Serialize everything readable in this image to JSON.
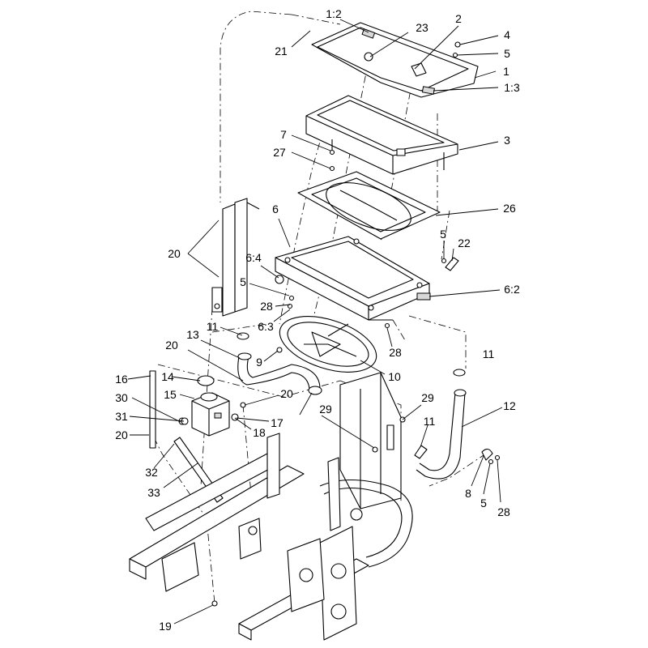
{
  "callouts": [
    {
      "id": "c-1-2",
      "label": "1:2"
    },
    {
      "id": "c-2",
      "label": "2"
    },
    {
      "id": "c-23",
      "label": "23"
    },
    {
      "id": "c-4",
      "label": "4"
    },
    {
      "id": "c-5a",
      "label": "5"
    },
    {
      "id": "c-21",
      "label": "21"
    },
    {
      "id": "c-1",
      "label": "1"
    },
    {
      "id": "c-1-3",
      "label": "1:3"
    },
    {
      "id": "c-3",
      "label": "3"
    },
    {
      "id": "c-7",
      "label": "7"
    },
    {
      "id": "c-27",
      "label": "27"
    },
    {
      "id": "c-6",
      "label": "6"
    },
    {
      "id": "c-26",
      "label": "26"
    },
    {
      "id": "c-5b",
      "label": "5"
    },
    {
      "id": "c-22",
      "label": "22"
    },
    {
      "id": "c-20a",
      "label": "20"
    },
    {
      "id": "c-6-4",
      "label": "6:4"
    },
    {
      "id": "c-5c",
      "label": "5"
    },
    {
      "id": "c-6-2",
      "label": "6:2"
    },
    {
      "id": "c-28a",
      "label": "28"
    },
    {
      "id": "c-6-3",
      "label": "6:3"
    },
    {
      "id": "c-11a",
      "label": "11"
    },
    {
      "id": "c-13",
      "label": "13"
    },
    {
      "id": "c-28b",
      "label": "28"
    },
    {
      "id": "c-20b",
      "label": "20"
    },
    {
      "id": "c-9",
      "label": "9"
    },
    {
      "id": "c-11b",
      "label": "11"
    },
    {
      "id": "c-16",
      "label": "16"
    },
    {
      "id": "c-14",
      "label": "14"
    },
    {
      "id": "c-10",
      "label": "10"
    },
    {
      "id": "c-15",
      "label": "15"
    },
    {
      "id": "c-20c",
      "label": "20"
    },
    {
      "id": "c-30",
      "label": "30"
    },
    {
      "id": "c-29a",
      "label": "29"
    },
    {
      "id": "c-12",
      "label": "12"
    },
    {
      "id": "c-31",
      "label": "31"
    },
    {
      "id": "c-17",
      "label": "17"
    },
    {
      "id": "c-29b",
      "label": "29"
    },
    {
      "id": "c-11c",
      "label": "11"
    },
    {
      "id": "c-18",
      "label": "18"
    },
    {
      "id": "c-20d",
      "label": "20"
    },
    {
      "id": "c-32",
      "label": "32"
    },
    {
      "id": "c-33",
      "label": "33"
    },
    {
      "id": "c-8",
      "label": "8"
    },
    {
      "id": "c-5d",
      "label": "5"
    },
    {
      "id": "c-28c",
      "label": "28"
    },
    {
      "id": "c-19",
      "label": "19"
    }
  ]
}
